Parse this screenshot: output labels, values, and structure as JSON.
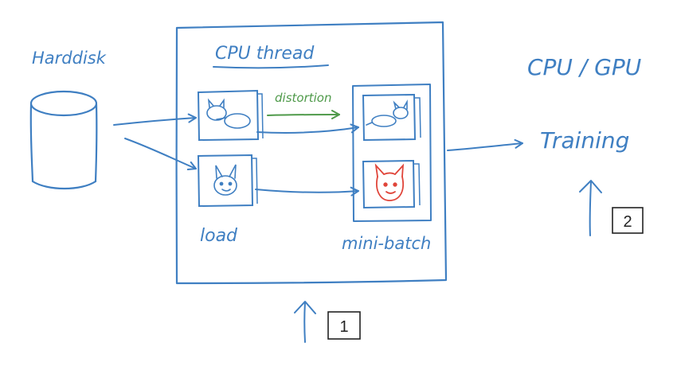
{
  "labels": {
    "harddisk": "Harddisk",
    "cpu_thread": "CPU thread",
    "distortion": "distortion",
    "load": "load",
    "mini_batch": "mini-batch",
    "cpu_gpu": "CPU / GPU",
    "training": "Training"
  },
  "markers": {
    "one": "1",
    "two": "2"
  },
  "colors": {
    "ink": "#3f7fc2",
    "green": "#4f9a4a",
    "red": "#e0453a",
    "box": "#222222"
  },
  "icons": {
    "disk": "cylinder-icon",
    "cat": "cat-sketch-icon"
  }
}
